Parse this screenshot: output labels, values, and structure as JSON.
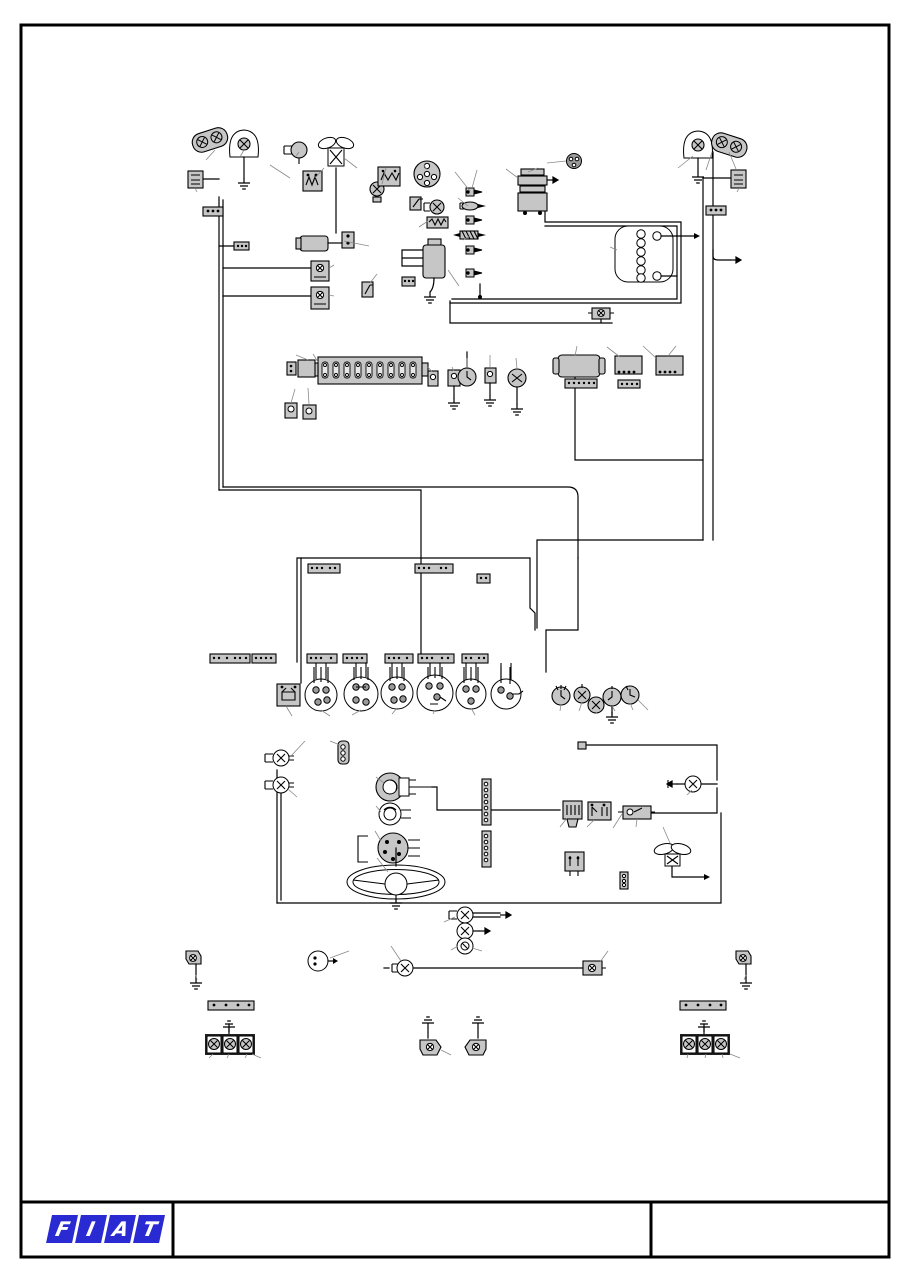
{
  "footer": {
    "logo_letters": [
      "F",
      "I",
      "A",
      "T"
    ],
    "logo_color": "#2a2ad2",
    "logo_text_color": "#ffffff",
    "cells": 3
  },
  "diagram": {
    "line_color": "#000000",
    "component_fill": "#c6c6c6",
    "callout_fill": "#ffffff",
    "callout_count": 92,
    "components": [
      "front-lamp-cluster-left",
      "headlamp-left",
      "fuse-link-left",
      "horn",
      "voltage-regulator",
      "cooling-fan",
      "interior-lamp",
      "relay-resistor",
      "distributor",
      "starter-button",
      "glow-plug-indicator",
      "heater-resistor",
      "ignition-coil",
      "wiper-motor",
      "flasher-unit-1",
      "flasher-unit-2",
      "toggle-switch",
      "oil-pressure-switch",
      "temperature-sender",
      "fuel-sender",
      "fuel-pump",
      "flasher-ball",
      "instrument-connector",
      "headlamp-right",
      "front-lamp-cluster-right",
      "fuse-link-right",
      "battery-terminal",
      "dynamo",
      "regulator-box",
      "terminal-block",
      "fuse-box",
      "connector-plugs",
      "clock-disc",
      "sender-disc",
      "ground-points",
      "dashboard-connector-strips",
      "dashboard-switches",
      "panel-relay",
      "instrument-gauges",
      "turn-repeater-left",
      "light-switch",
      "ignition-switch",
      "steering-wheel",
      "column-connector-strips",
      "warning-buzzer",
      "relay",
      "flasher-relay",
      "blower-switch",
      "blower-fan",
      "horn-button",
      "license-lamp-stack",
      "brake-light-switch",
      "inline-connector",
      "rear-lamp-cluster-left",
      "rear-lamp-cluster-right",
      "number-plate-bar-left",
      "number-plate-bar-right",
      "plate-lamp-left",
      "plate-lamp-right",
      "side-lamp-left",
      "side-lamp-right"
    ]
  }
}
